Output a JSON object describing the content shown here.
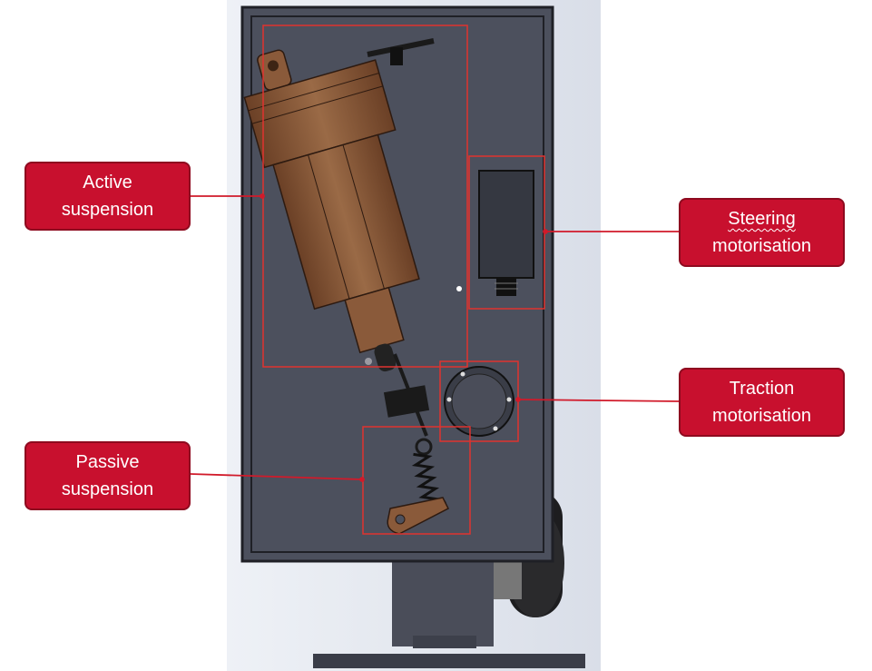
{
  "labels": {
    "active": {
      "line1": "Active",
      "line2": "suspension"
    },
    "steering": {
      "line1": "Steering",
      "line2": "motorisation"
    },
    "traction": {
      "line1": "Traction",
      "line2": "motorisation"
    },
    "passive": {
      "line1": "Passive",
      "line2": "suspension"
    }
  },
  "colors": {
    "label_fill": "#c8102e",
    "leader_line": "#d11a2a",
    "region_outline": "#e0332f",
    "housing": "#4c505d",
    "actuator": "#8a5a3a",
    "spring": "#1a1a1a",
    "background_gradient": "#dfe4ec"
  },
  "icons": [
    "linear-actuator-icon",
    "steering-motor-icon",
    "traction-motor-icon",
    "spring-icon",
    "wheel-icon"
  ]
}
